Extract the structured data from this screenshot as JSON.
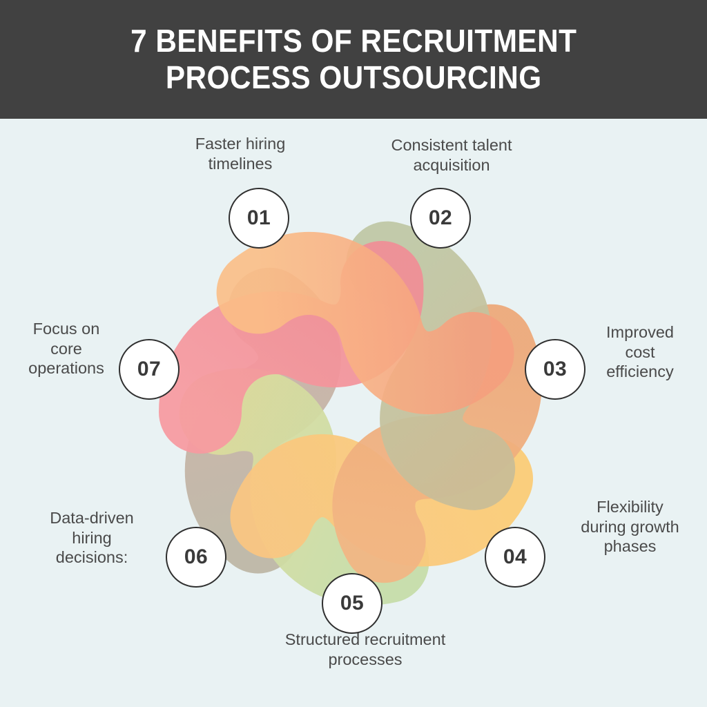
{
  "header": {
    "title": "7 BENEFITS OF RECRUITMENT\nPROCESS OUTSOURCING",
    "background_color": "#414141",
    "text_color": "#FFFFFF"
  },
  "page": {
    "background_color": "#E9F2F3"
  },
  "diagram": {
    "type": "radial-petal-cycle",
    "petal_count": 7,
    "circle_fill": "#FFFFFF",
    "circle_border_color": "#2F2F2F",
    "label_text_color": "#4A4A4A",
    "petals": [
      {
        "number": "01",
        "label": "Faster hiring\ntimelines",
        "color": "#F79AA0",
        "color_end": "#F08E96",
        "angle_deg": -90
      },
      {
        "number": "02",
        "label": "Consistent talent\nacquisition",
        "color": "#FBBE86",
        "color_end": "#F59F7E",
        "angle_deg": -38.57
      },
      {
        "number": "03",
        "label": "Improved\ncost\nefficiency",
        "color": "#C6BC9A",
        "color_end": "#BFC7A4",
        "angle_deg": 12.86
      },
      {
        "number": "04",
        "label": "Flexibility\nduring growth\nphases",
        "color": "#EDA878",
        "color_end": "#F2B583",
        "angle_deg": 64.29
      },
      {
        "number": "05",
        "label": "Structured recruitment\nprocesses",
        "color": "#FBCB74",
        "color_end": "#FAC681",
        "angle_deg": 115.71
      },
      {
        "number": "06",
        "label": "Data-driven\nhiring\ndecisions:",
        "color": "#C5DCA8",
        "color_end": "#D8DC9C",
        "angle_deg": 167.14
      },
      {
        "number": "07",
        "label": "Focus on\ncore\noperations",
        "color": "#CDAFA6",
        "color_end": "#BDB6A4",
        "angle_deg": -141.43
      }
    ]
  }
}
